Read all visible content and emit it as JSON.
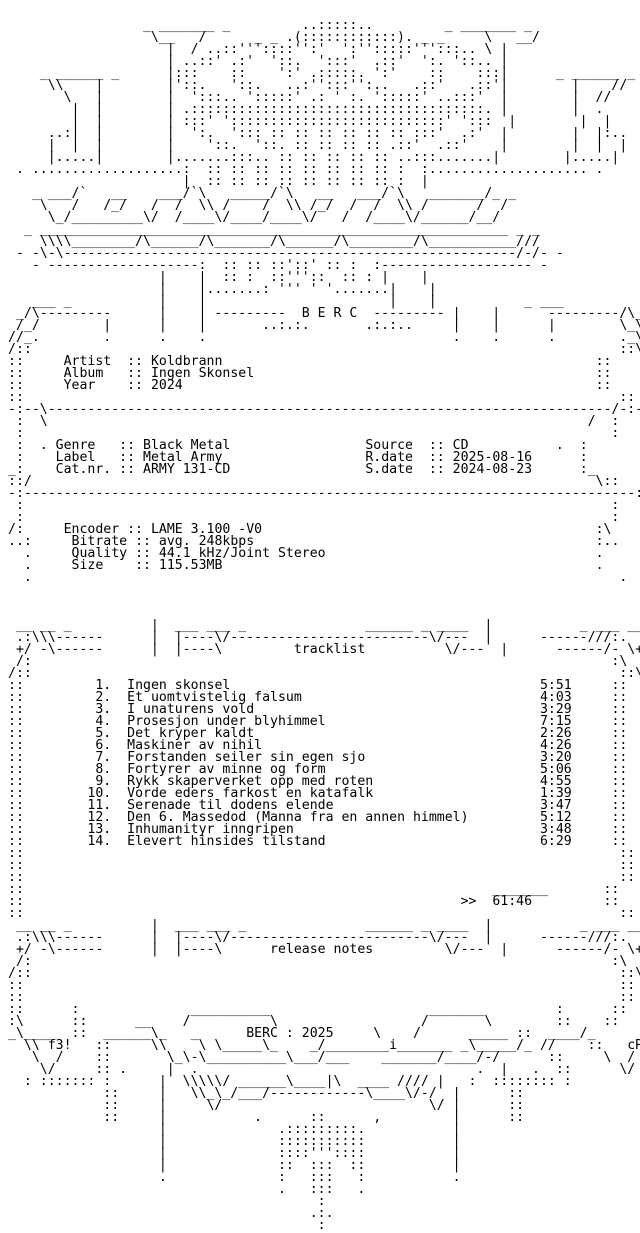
{
  "header_art": [
    "                 _ _______ _         ..:::::..         _ _______ _",
    "                  \\__   /      _ _ .(::::::::::::). _ _     \\   __/",
    "                    |  / ..::'''::::'':'  ':'':::::''':::.. \\ |",
    "                    | ..::' .:'  '::.  ':::'  .::'  ':. '::.. |",
    "    _ ______ _      |:::    ::    ':' .:::::. ':'    ::    :::|      _ ______ _",
    "     \\\\    |        |'::.   '::.   ..:'':::'':..   .::'   .::'|        |    //",
    "       \\   |        |  ':::.. ':::::' .: ' :. ':::::' ..:::'  |        |  //",
    "        |  |        | .:::::::::::::::::::::::::::::::::::::. |        |  .",
    "        |  |        | :::' ':::::::::::::::::::::::::::' ':::  |        |  |",
    "     ..:|  |        |  ':.  '::: :: :: :: :: :: :: :::'  .:'  |        |  |:..",
    "     |  |  |        |    '::.  '::. :: :: :: :: .::'  .::'    |        |  |  |",
    "     |.....|        |.......:::.. :: :: :: :: :: ..:::.......|        |.....|",
    " . ...................:  :: :: :: :: :: :: :: :: :  :.................... .",
    "                      |  :: :: :: :: :: :: :: :: :  |",
    "   _ ___/`   __    ___/`\\   _____/`\\   __   ___/`\\   _______/_ _",
    "    \\   /   /_/   /  /  \\\\ /    /  \\\\ /_/  /  /  \\\\ /      /  /",
    "     \\_/_________\\/  /____\\/____/____\\/   /  /____\\/______/__/",
    "  _ ___________________________________________________________ _ _",
    "    \\\\\\\\________/\\______/\\_______/\\______/\\________/\\___________///",
    " - -\\-\\---------------------------------------------------------/-/- -",
    "   - -------------------:  :: :: ::'::' :: :  :------------------- -",
    "                   |    |  :: :  ::'''::  :: : |    |",
    "                   |    |.......: ''' ' '.......|    |",
    "   ___ _           |    |                       |    |           _ ___",
    " _/\\---------      |    | ---------  B E R C  --------- |    |      ---------/\\_",
    " /_/        |      |    |       ..:.:.       .:.:..     |    |      |        \\_\\",
    "//_.        .      .    .                               .    .      .        ._\\\\"
  ],
  "meta_primary": {
    "artist_label": "Artist",
    "artist": "Koldbrann",
    "album_label": "Album",
    "album": "Ingen Skonsel",
    "year_label": "Year",
    "year": "2024"
  },
  "meta_release": {
    "genre_label": "Genre",
    "genre": "Black Metal",
    "label_label": "Label",
    "label": "Metal Army",
    "catnr_label": "Cat.nr.",
    "catnr": "ARMY 131-CD",
    "source_label": "Source",
    "source": "CD",
    "rdate_label": "R.date",
    "rdate": "2025-08-16",
    "sdate_label": "S.date",
    "sdate": "2024-08-23"
  },
  "encoding": {
    "encoder_label": "Encoder",
    "encoder": "LAME 3.100 -V0",
    "bitrate_label": "Bitrate",
    "bitrate": "avg. 248kbps",
    "quality_label": "Quality",
    "quality": "44.1 kHz/Joint Stereo",
    "size_label": "Size",
    "size": "115.53MB"
  },
  "tracklist": {
    "heading": "tracklist",
    "tracks": [
      {
        "no": "1.",
        "title": "Ingen skonsel",
        "time": "5:51"
      },
      {
        "no": "2.",
        "title": "Et uomtvistelig falsum",
        "time": "4:03"
      },
      {
        "no": "3.",
        "title": "I unaturens vold",
        "time": "3:29"
      },
      {
        "no": "4.",
        "title": "Prosesjon under blyhimmel",
        "time": "7:15"
      },
      {
        "no": "5.",
        "title": "Det kryper kaldt",
        "time": "2:26"
      },
      {
        "no": "6.",
        "title": "Maskiner av nihil",
        "time": "4:26"
      },
      {
        "no": "7.",
        "title": "Forstanden seiler sin egen sjo",
        "time": "3:20"
      },
      {
        "no": "8.",
        "title": "Fortyrer av minne og form",
        "time": "5:06"
      },
      {
        "no": "9.",
        "title": "Rykk skaperverket opp med roten",
        "time": "4:55"
      },
      {
        "no": "10.",
        "title": "Vorde eders farkost en katafalk",
        "time": "1:39"
      },
      {
        "no": "11.",
        "title": "Serenade til dodens elende",
        "time": "3:47"
      },
      {
        "no": "12.",
        "title": "Den 6. Massedod (Manna fra en annen himmel)",
        "time": "5:12"
      },
      {
        "no": "13.",
        "title": "Inhumanityr inngripen",
        "time": "3:48"
      },
      {
        "no": "14.",
        "title": "Elevert hinsides tilstand",
        "time": "6:29"
      }
    ],
    "total_marker": ">>",
    "total": "61:46"
  },
  "release_notes": {
    "heading": "release notes"
  },
  "footer": {
    "group": "BERC",
    "year": "2025",
    "tag_left": "f3!",
    "tag_right": "cRO"
  },
  "footer_art": [
    "  \\\\ f3!   ::     \\\\    \\ \\_____\\_    _/________i_______ _\\_____/_ //    ::   cRO//",
    "   \\  /    ::       \\_\\-\\__________\\___/___    _______/____/-/      ::     \\  /",
    "    \\/     :: .     |  .                                   .  |   .  ::      \\/",
    "  : ::::::: :      |  \\\\\\\\\\/ ______\\____|\\  ____ //// |   :  :::::::: :",
    "            ::     |   \\\\_\\_/___/------------\\____\\/-/  |      ::",
    "            ::     |     \\/                          \\/ |      ::",
    "            ::     |           .      ::      ,         |      ::",
    "                   |              .:::::::::.           |",
    "                   |              :::::::::::           |",
    "                   |              ::::'''::::           |",
    "                   |              ::  :::  ::           |",
    "                   .              :   :::   :           .",
    "                                  .   :::   .",
    "                                       :",
    "                                      .:.",
    "                                       :"
  ]
}
